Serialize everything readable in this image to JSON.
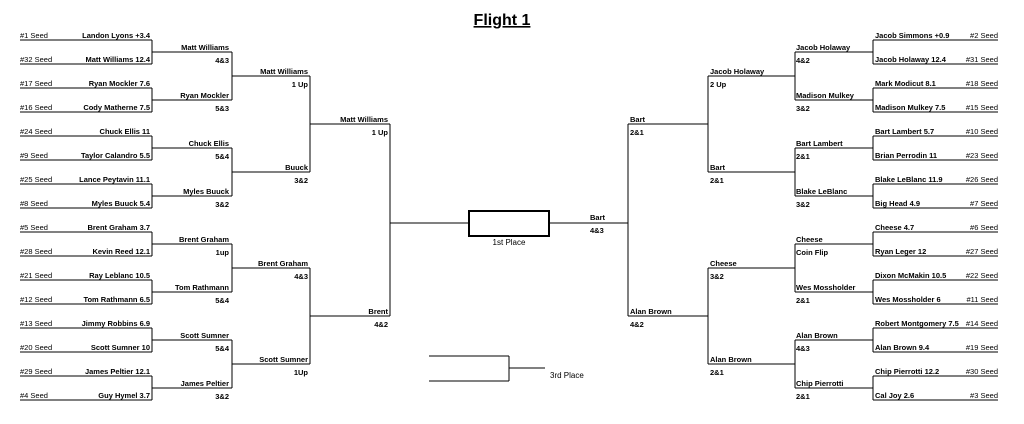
{
  "title": "Flight 1",
  "first_place_label": "1st Place",
  "third_place_label": "3rd Place",
  "left": {
    "r1": [
      {
        "seed": "#1 Seed",
        "name": "Landon Lyons +3.4"
      },
      {
        "seed": "#32 Seed",
        "name": "Matt Williams 12.4"
      },
      {
        "seed": "#17 Seed",
        "name": "Ryan Mockler 7.6"
      },
      {
        "seed": "#16 Seed",
        "name": "Cody Matherne 7.5"
      },
      {
        "seed": "#24 Seed",
        "name": "Chuck Ellis 11"
      },
      {
        "seed": "#9 Seed",
        "name": "Taylor Calandro 5.5"
      },
      {
        "seed": "#25 Seed",
        "name": "Lance Peytavin 11.1"
      },
      {
        "seed": "#8 Seed",
        "name": "Myles Buuck 5.4"
      },
      {
        "seed": "#5 Seed",
        "name": "Brent Graham 3.7"
      },
      {
        "seed": "#28 Seed",
        "name": "Kevin Reed 12.1"
      },
      {
        "seed": "#21 Seed",
        "name": "Ray Leblanc 10.5"
      },
      {
        "seed": "#12 Seed",
        "name": "Tom Rathmann 6.5"
      },
      {
        "seed": "#13 Seed",
        "name": "Jimmy Robbins 6.9"
      },
      {
        "seed": "#20 Seed",
        "name": "Scott Sumner 10"
      },
      {
        "seed": "#29 Seed",
        "name": "James Peltier 12.1"
      },
      {
        "seed": "#4 Seed",
        "name": "Guy Hymel 3.7"
      }
    ],
    "r2": [
      {
        "name": "Matt Williams",
        "score": "4&3"
      },
      {
        "name": "Ryan Mockler",
        "score": "5&3"
      },
      {
        "name": "Chuck Ellis",
        "score": "5&4"
      },
      {
        "name": "Myles Buuck",
        "score": "3&2"
      },
      {
        "name": "Brent Graham",
        "score": "1up"
      },
      {
        "name": "Tom Rathmann",
        "score": "5&4"
      },
      {
        "name": "Scott Sumner",
        "score": "5&4"
      },
      {
        "name": "James Peltier",
        "score": "3&2"
      }
    ],
    "r3": [
      {
        "name": "Matt Williams",
        "score": "1 Up"
      },
      {
        "name": "Buuck",
        "score": "3&2"
      },
      {
        "name": "Brent Graham",
        "score": "4&3"
      },
      {
        "name": "Scott Sumner",
        "score": "1Up"
      }
    ],
    "r4": [
      {
        "name": "Matt Williams",
        "score": "1 Up"
      },
      {
        "name": "Brent",
        "score": "4&2"
      }
    ]
  },
  "right": {
    "r1": [
      {
        "seed": "#2 Seed",
        "name": "Jacob Simmons +0.9"
      },
      {
        "seed": "#31 Seed",
        "name": "Jacob Holaway 12.4"
      },
      {
        "seed": "#18 Seed",
        "name": "Mark Modicut 8.1"
      },
      {
        "seed": "#15 Seed",
        "name": "Madison Mulkey 7.5"
      },
      {
        "seed": "#10 Seed",
        "name": "Bart Lambert 5.7"
      },
      {
        "seed": "#23 Seed",
        "name": "Brian Perrodin 11"
      },
      {
        "seed": "#26 Seed",
        "name": "Blake LeBlanc 11.9"
      },
      {
        "seed": "#7 Seed",
        "name": "Big Head 4.9"
      },
      {
        "seed": "#6 Seed",
        "name": "Cheese 4.7"
      },
      {
        "seed": "#27 Seed",
        "name": "Ryan Leger 12"
      },
      {
        "seed": "#22 Seed",
        "name": "Dixon McMakin 10.5"
      },
      {
        "seed": "#11 Seed",
        "name": "Wes Mossholder 6"
      },
      {
        "seed": "#14 Seed",
        "name": "Robert Montgomery 7.5"
      },
      {
        "seed": "#19 Seed",
        "name": "Alan Brown 9.4"
      },
      {
        "seed": "#30 Seed",
        "name": "Chip Pierrotti 12.2"
      },
      {
        "seed": "#3 Seed",
        "name": "Cal Joy 2.6"
      }
    ],
    "r2": [
      {
        "name": "Jacob Holaway",
        "score": "4&2"
      },
      {
        "name": "Madison Mulkey",
        "score": "3&2"
      },
      {
        "name": "Bart Lambert",
        "score": "2&1"
      },
      {
        "name": "Blake LeBlanc",
        "score": "3&2"
      },
      {
        "name": "Cheese",
        "score": "Coin Flip"
      },
      {
        "name": "Wes Mossholder",
        "score": "2&1"
      },
      {
        "name": "Alan Brown",
        "score": "4&3"
      },
      {
        "name": "Chip Pierrotti",
        "score": "2&1"
      }
    ],
    "r3": [
      {
        "name": "Jacob Holaway",
        "score": "2 Up"
      },
      {
        "name": "Bart",
        "score": "2&1"
      },
      {
        "name": "Cheese",
        "score": "3&2"
      },
      {
        "name": "Alan Brown",
        "score": "2&1"
      }
    ],
    "r4": [
      {
        "name": "Bart",
        "score": "2&1"
      },
      {
        "name": "Alan Brown",
        "score": "4&2"
      }
    ]
  },
  "final": {
    "name": "Bart",
    "score": "4&3"
  }
}
